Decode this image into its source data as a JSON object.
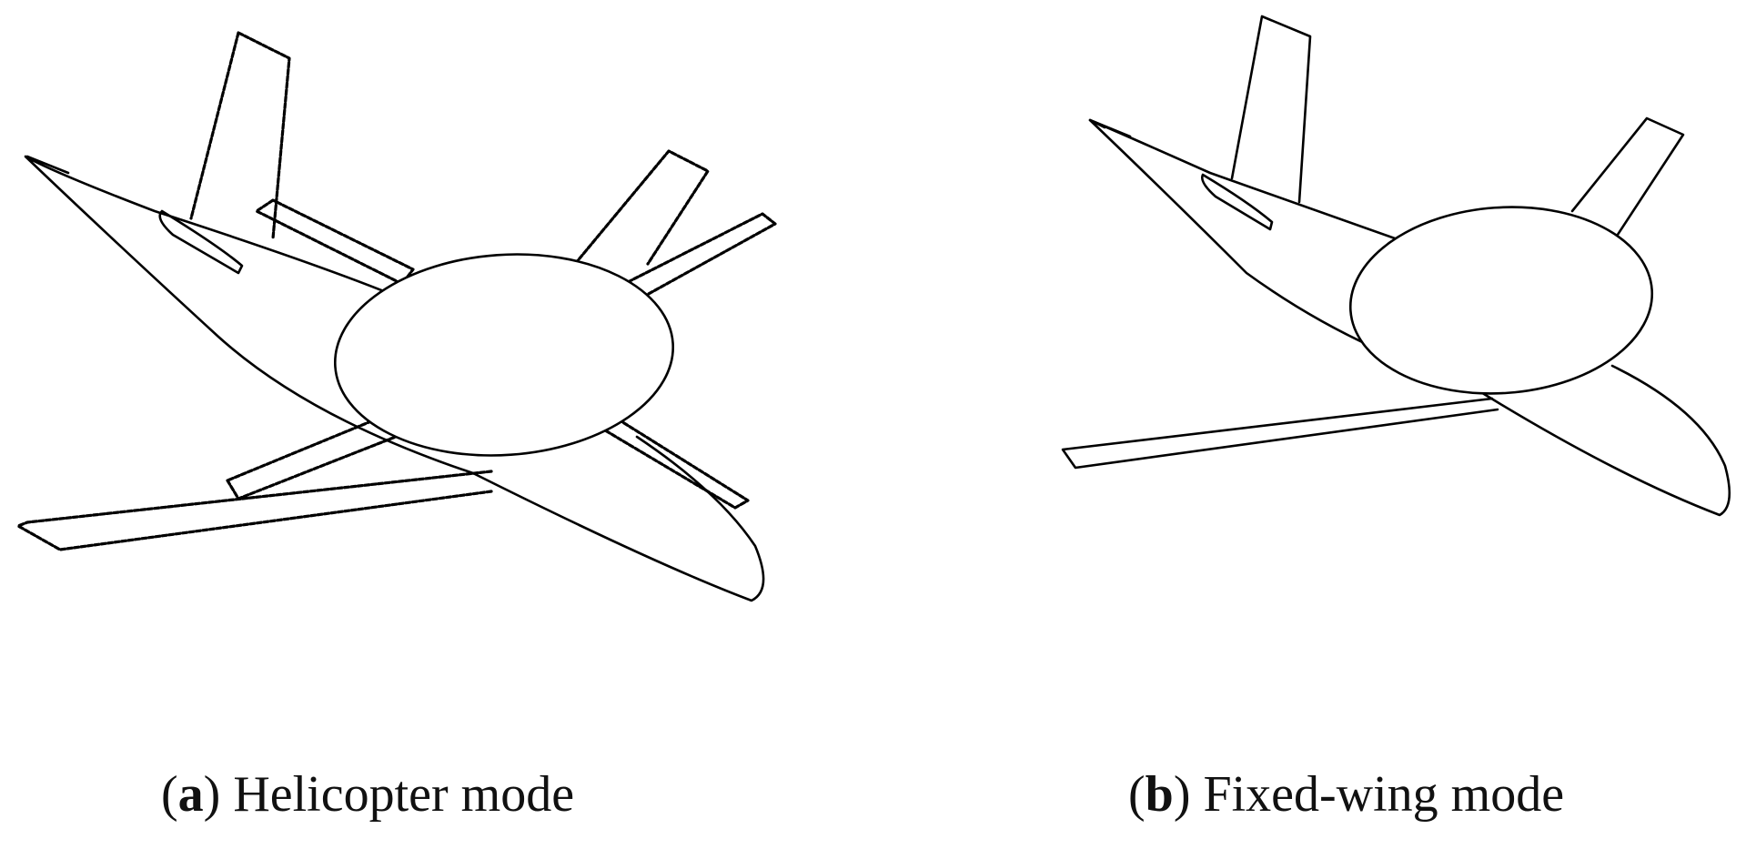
{
  "colors": {
    "background": "#ffffff",
    "line": "#000000"
  },
  "panels": [
    {
      "id": "a",
      "caption": {
        "open": "(",
        "letter": "a",
        "close": ")",
        "text": " Helicopter mode"
      }
    },
    {
      "id": "b",
      "caption": {
        "open": "(",
        "letter": "b",
        "close": ")",
        "text": " Fixed-wing mode"
      }
    }
  ]
}
